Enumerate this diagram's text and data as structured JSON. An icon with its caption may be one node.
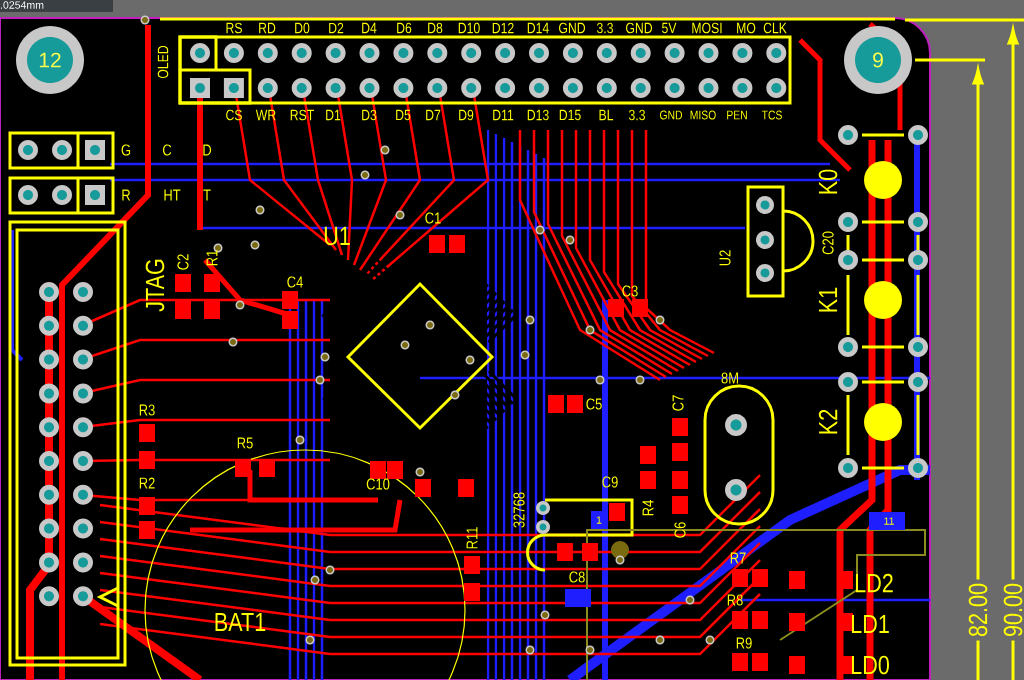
{
  "diagram": {
    "labels": [
      ".0254mm",
      "12",
      "RS",
      "RD",
      "D0",
      "D2",
      "D4",
      "D6",
      "D8",
      "D10",
      "D12",
      "D14",
      "GND",
      "3.3",
      "GND",
      "5V",
      "MOSI",
      "MO",
      "CLK",
      "9",
      "OLED",
      "CS",
      "WR",
      "RST",
      "D1",
      "D3",
      "D5",
      "D7",
      "D9",
      "D11",
      "D13",
      "D15",
      "BL",
      "3.3",
      "GND",
      "MISO",
      "PEN",
      "TCS",
      "G",
      "C",
      "D",
      "R",
      "HT",
      "T",
      "K0",
      "U1",
      "C1",
      "C20",
      "U2",
      "JTAG",
      "C2",
      "R1",
      "C4",
      "K1",
      "C3",
      "8M",
      "C7",
      "R3",
      "C5",
      "K2",
      "R5",
      "R2",
      "C10",
      "C9",
      "32768",
      "R11",
      "R4",
      "C6",
      "1",
      "11",
      "C8",
      "R7",
      "LD2",
      "R8",
      "BAT1",
      "LD1",
      "R9",
      "LD0",
      "82.00",
      "90.00"
    ]
  }
}
